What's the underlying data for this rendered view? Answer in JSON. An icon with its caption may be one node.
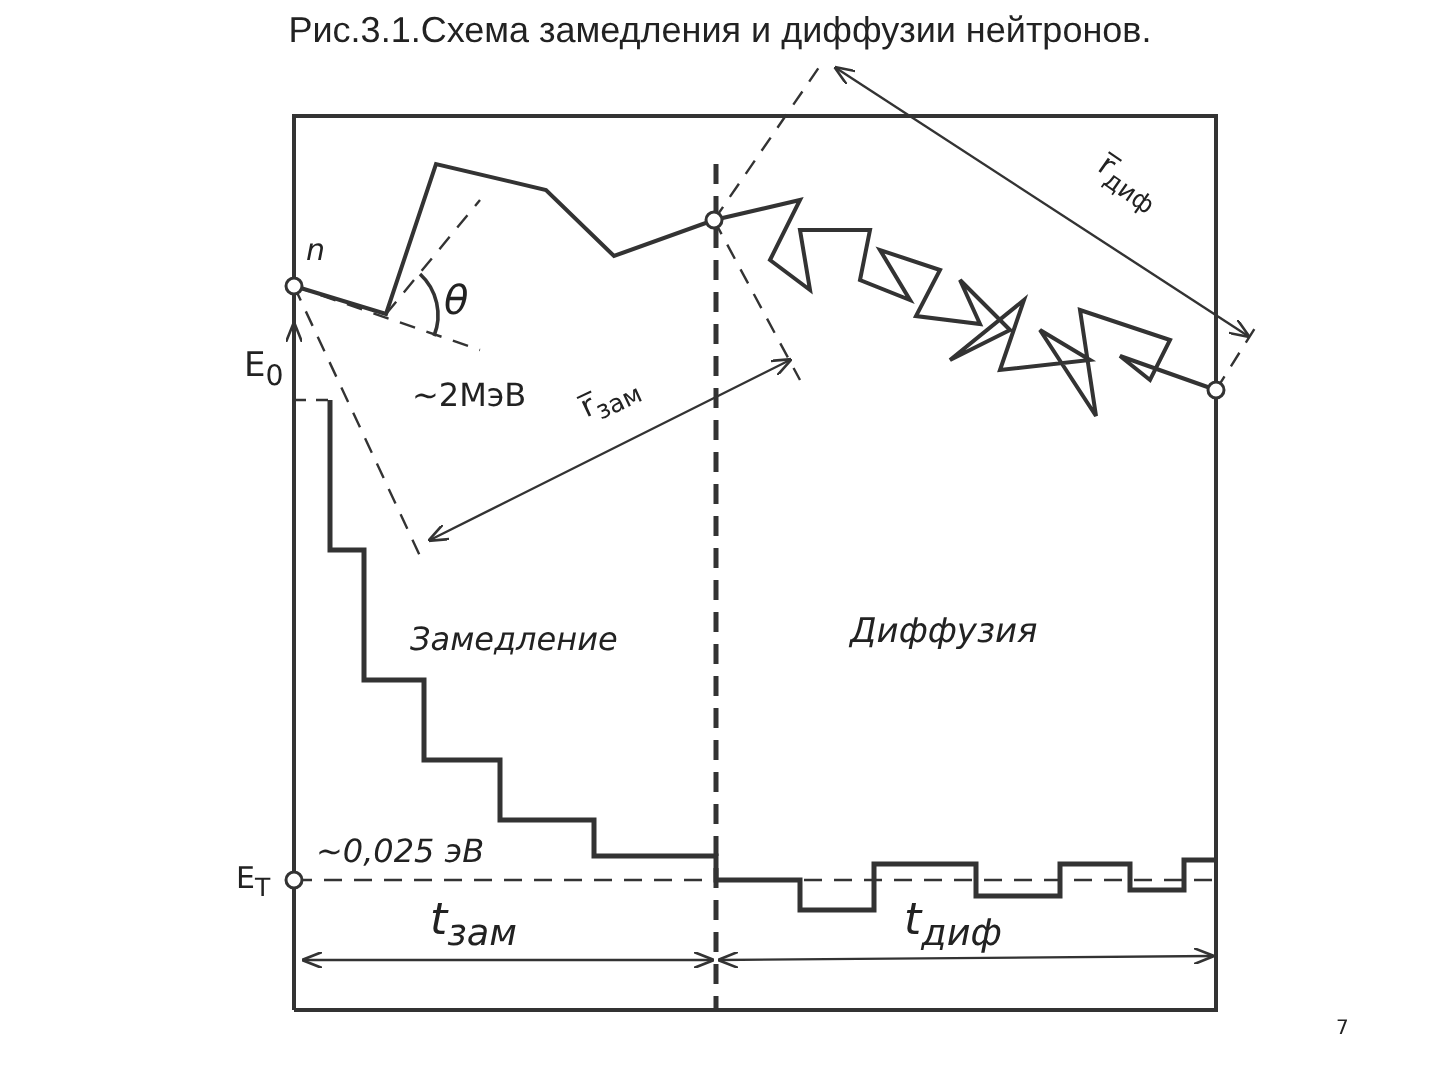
{
  "diagram": {
    "title": "Рис.3.1.Схема замедления и диффузии нейтронов.",
    "labels": [
      "r̅$_{диф}$",
      "n",
      "θ",
      "E$_{0}$",
      "~2МэВ",
      "r̅$_{зам}$",
      "Замедление",
      "Диффузия",
      "~0,025 эВ",
      "E$_{T}$",
      "t$_{зам}$",
      "t$_{диф}$",
      "7"
    ]
  }
}
